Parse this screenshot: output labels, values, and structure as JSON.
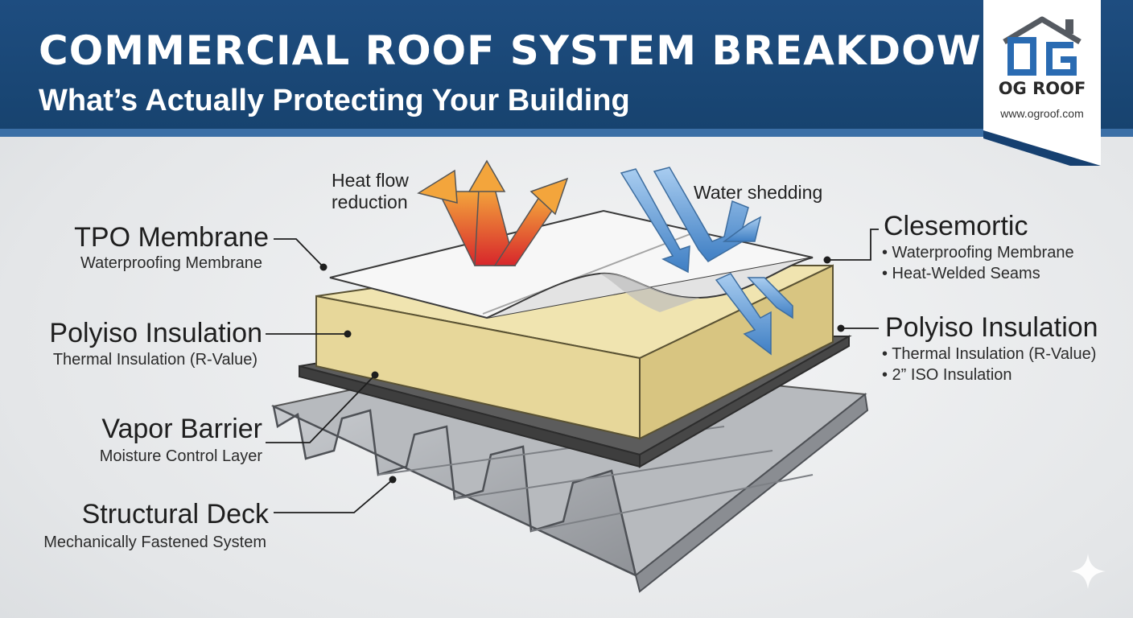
{
  "header": {
    "title": "COMMERCIAL ROOF SYSTEM BREAKDOWN",
    "subtitle": "What’s Actually Protecting Your Building"
  },
  "logo": {
    "name": "OG ROOF",
    "url": "www.ogroof.com"
  },
  "annotations": {
    "heat_flow": "Heat flow reduction",
    "water_shedding": "Water shedding"
  },
  "left_labels": [
    {
      "title": "TPO Membrane",
      "subtitle": "Waterproofing Membrane"
    },
    {
      "title": "Polyiso Insulation",
      "subtitle": "Thermal Insulation (R-Value)"
    },
    {
      "title": "Vapor Barrier",
      "subtitle": "Moisture Control Layer"
    },
    {
      "title": "Structural Deck",
      "subtitle": "Mechanically Fastened System"
    }
  ],
  "right_labels": [
    {
      "title": "Clesemortic",
      "bullets": [
        "• Waterproofing Membrane",
        "• Heat-Welded Seams"
      ]
    },
    {
      "title": "Polyiso Insulation",
      "bullets": [
        "• Thermal Insulation (R-Value)",
        "• 2” ISO Insulation"
      ]
    }
  ],
  "colors": {
    "banner": "#1e4d80",
    "membrane": "#f4f4f4",
    "insulation": "#e9dba0",
    "vapor_barrier": "#5c5c5c",
    "deck": "#a9acb0",
    "heat_arrow_start": "#d7262b",
    "heat_arrow_end": "#f3a53c",
    "water_arrow": "#4f8fd0"
  },
  "icons": [
    "house-logo-icon",
    "sparkle-icon"
  ]
}
